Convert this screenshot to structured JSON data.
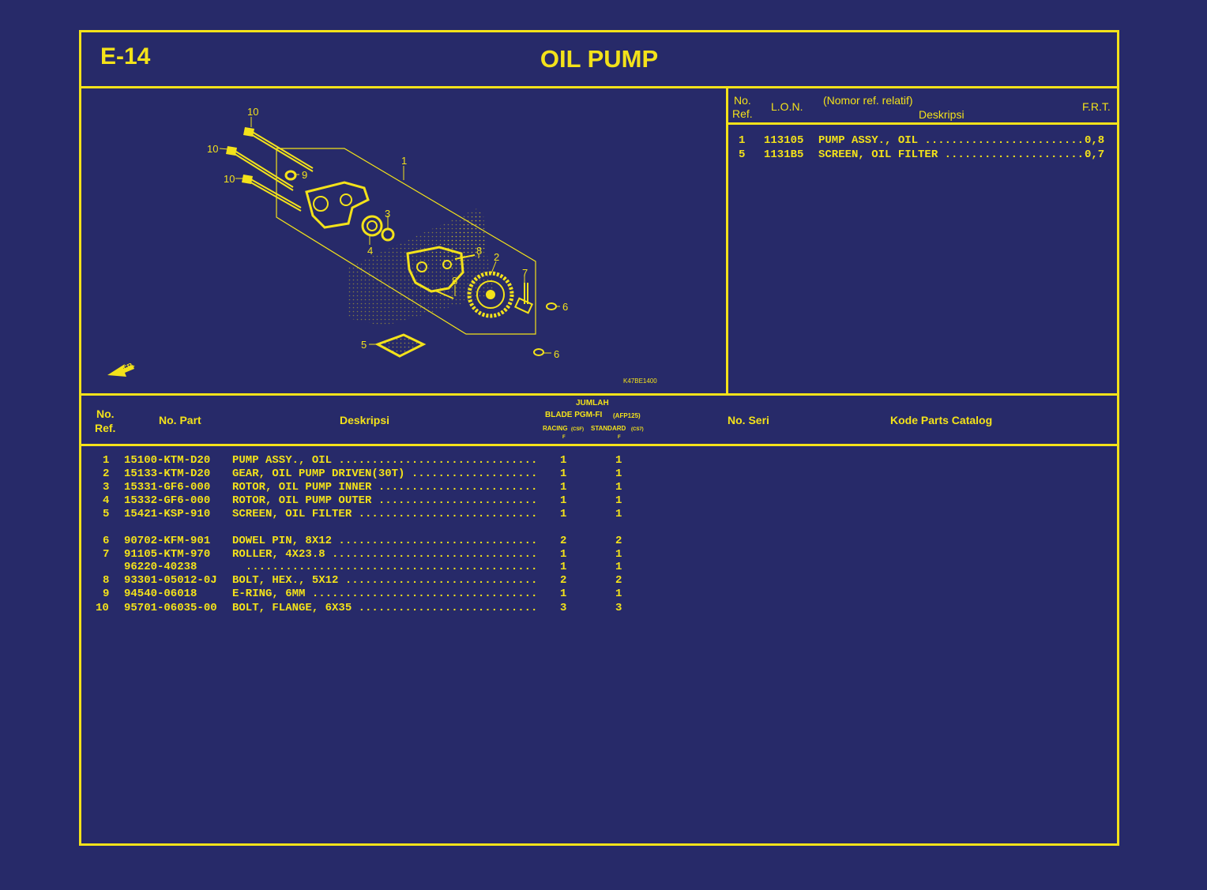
{
  "page": {
    "code": "E-14",
    "title": "OIL PUMP"
  },
  "diagram": {
    "callouts": [
      "10",
      "10",
      "10",
      "9",
      "1",
      "3",
      "4",
      "8",
      "2",
      "8",
      "7",
      "6",
      "6",
      "5"
    ],
    "fr_label": "FR.",
    "figure_code": "K47BE1400"
  },
  "frt_table": {
    "headers": {
      "no": "No.",
      "ref": "Ref.",
      "lon": "L.O.N.",
      "relative": "(Nomor ref. relatif)",
      "desc": "Deskripsi",
      "frt": "F.R.T."
    },
    "rows": [
      {
        "ref": "1",
        "lon": "113105",
        "desc": "PUMP ASSY., OIL ........................",
        "frt": "0,8"
      },
      {
        "ref": "5",
        "lon": "1131B5",
        "desc": "SCREEN, OIL FILTER ......................",
        "frt": "0,7"
      }
    ]
  },
  "parts_table": {
    "headers": {
      "no": "No.",
      "ref": "Ref.",
      "part": "No. Part",
      "desc": "Deskripsi",
      "qty": "JUMLAH",
      "model": "BLADE PGM-FI",
      "model_code": "(AFP125)",
      "racing": "RACING",
      "racing_code": "(CSF)",
      "standard": "STANDARD",
      "standard_code": "(CS7)",
      "mark": "F",
      "serial": "No. Seri",
      "catalog": "Kode Parts Catalog"
    },
    "rows": [
      {
        "ref": "1",
        "part": "15100-KTM-D20",
        "desc": "PUMP ASSY., OIL ..............................",
        "racing": "1",
        "standard": "1"
      },
      {
        "ref": "2",
        "part": "15133-KTM-D20",
        "desc": "GEAR, OIL PUMP DRIVEN(30T) ...................",
        "racing": "1",
        "standard": "1"
      },
      {
        "ref": "3",
        "part": "15331-GF6-000",
        "desc": "ROTOR, OIL PUMP INNER ........................",
        "racing": "1",
        "standard": "1"
      },
      {
        "ref": "4",
        "part": "15332-GF6-000",
        "desc": "ROTOR, OIL PUMP OUTER ........................",
        "racing": "1",
        "standard": "1"
      },
      {
        "ref": "5",
        "part": "15421-KSP-910",
        "desc": "SCREEN, OIL FILTER ...........................",
        "racing": "1",
        "standard": "1"
      },
      {
        "ref": "6",
        "part": "90702-KFM-901",
        "desc": "DOWEL PIN, 8X12 ..............................",
        "racing": "2",
        "standard": "2"
      },
      {
        "ref": "7",
        "part": "91105-KTM-970",
        "desc": "ROLLER, 4X23.8 ...............................",
        "racing": "1",
        "standard": "1"
      },
      {
        "ref": "",
        "part": "96220-40238",
        "desc": "  ............................................",
        "racing": "1",
        "standard": "1"
      },
      {
        "ref": "8",
        "part": "93301-05012-0J",
        "desc": "BOLT, HEX., 5X12 .............................",
        "racing": "2",
        "standard": "2"
      },
      {
        "ref": "9",
        "part": "94540-06018",
        "desc": "E-RING, 6MM ..................................",
        "racing": "1",
        "standard": "1"
      },
      {
        "ref": "10",
        "part": "95701-06035-00",
        "desc": "BOLT, FLANGE, 6X35 ...........................",
        "racing": "3",
        "standard": "3"
      }
    ]
  }
}
